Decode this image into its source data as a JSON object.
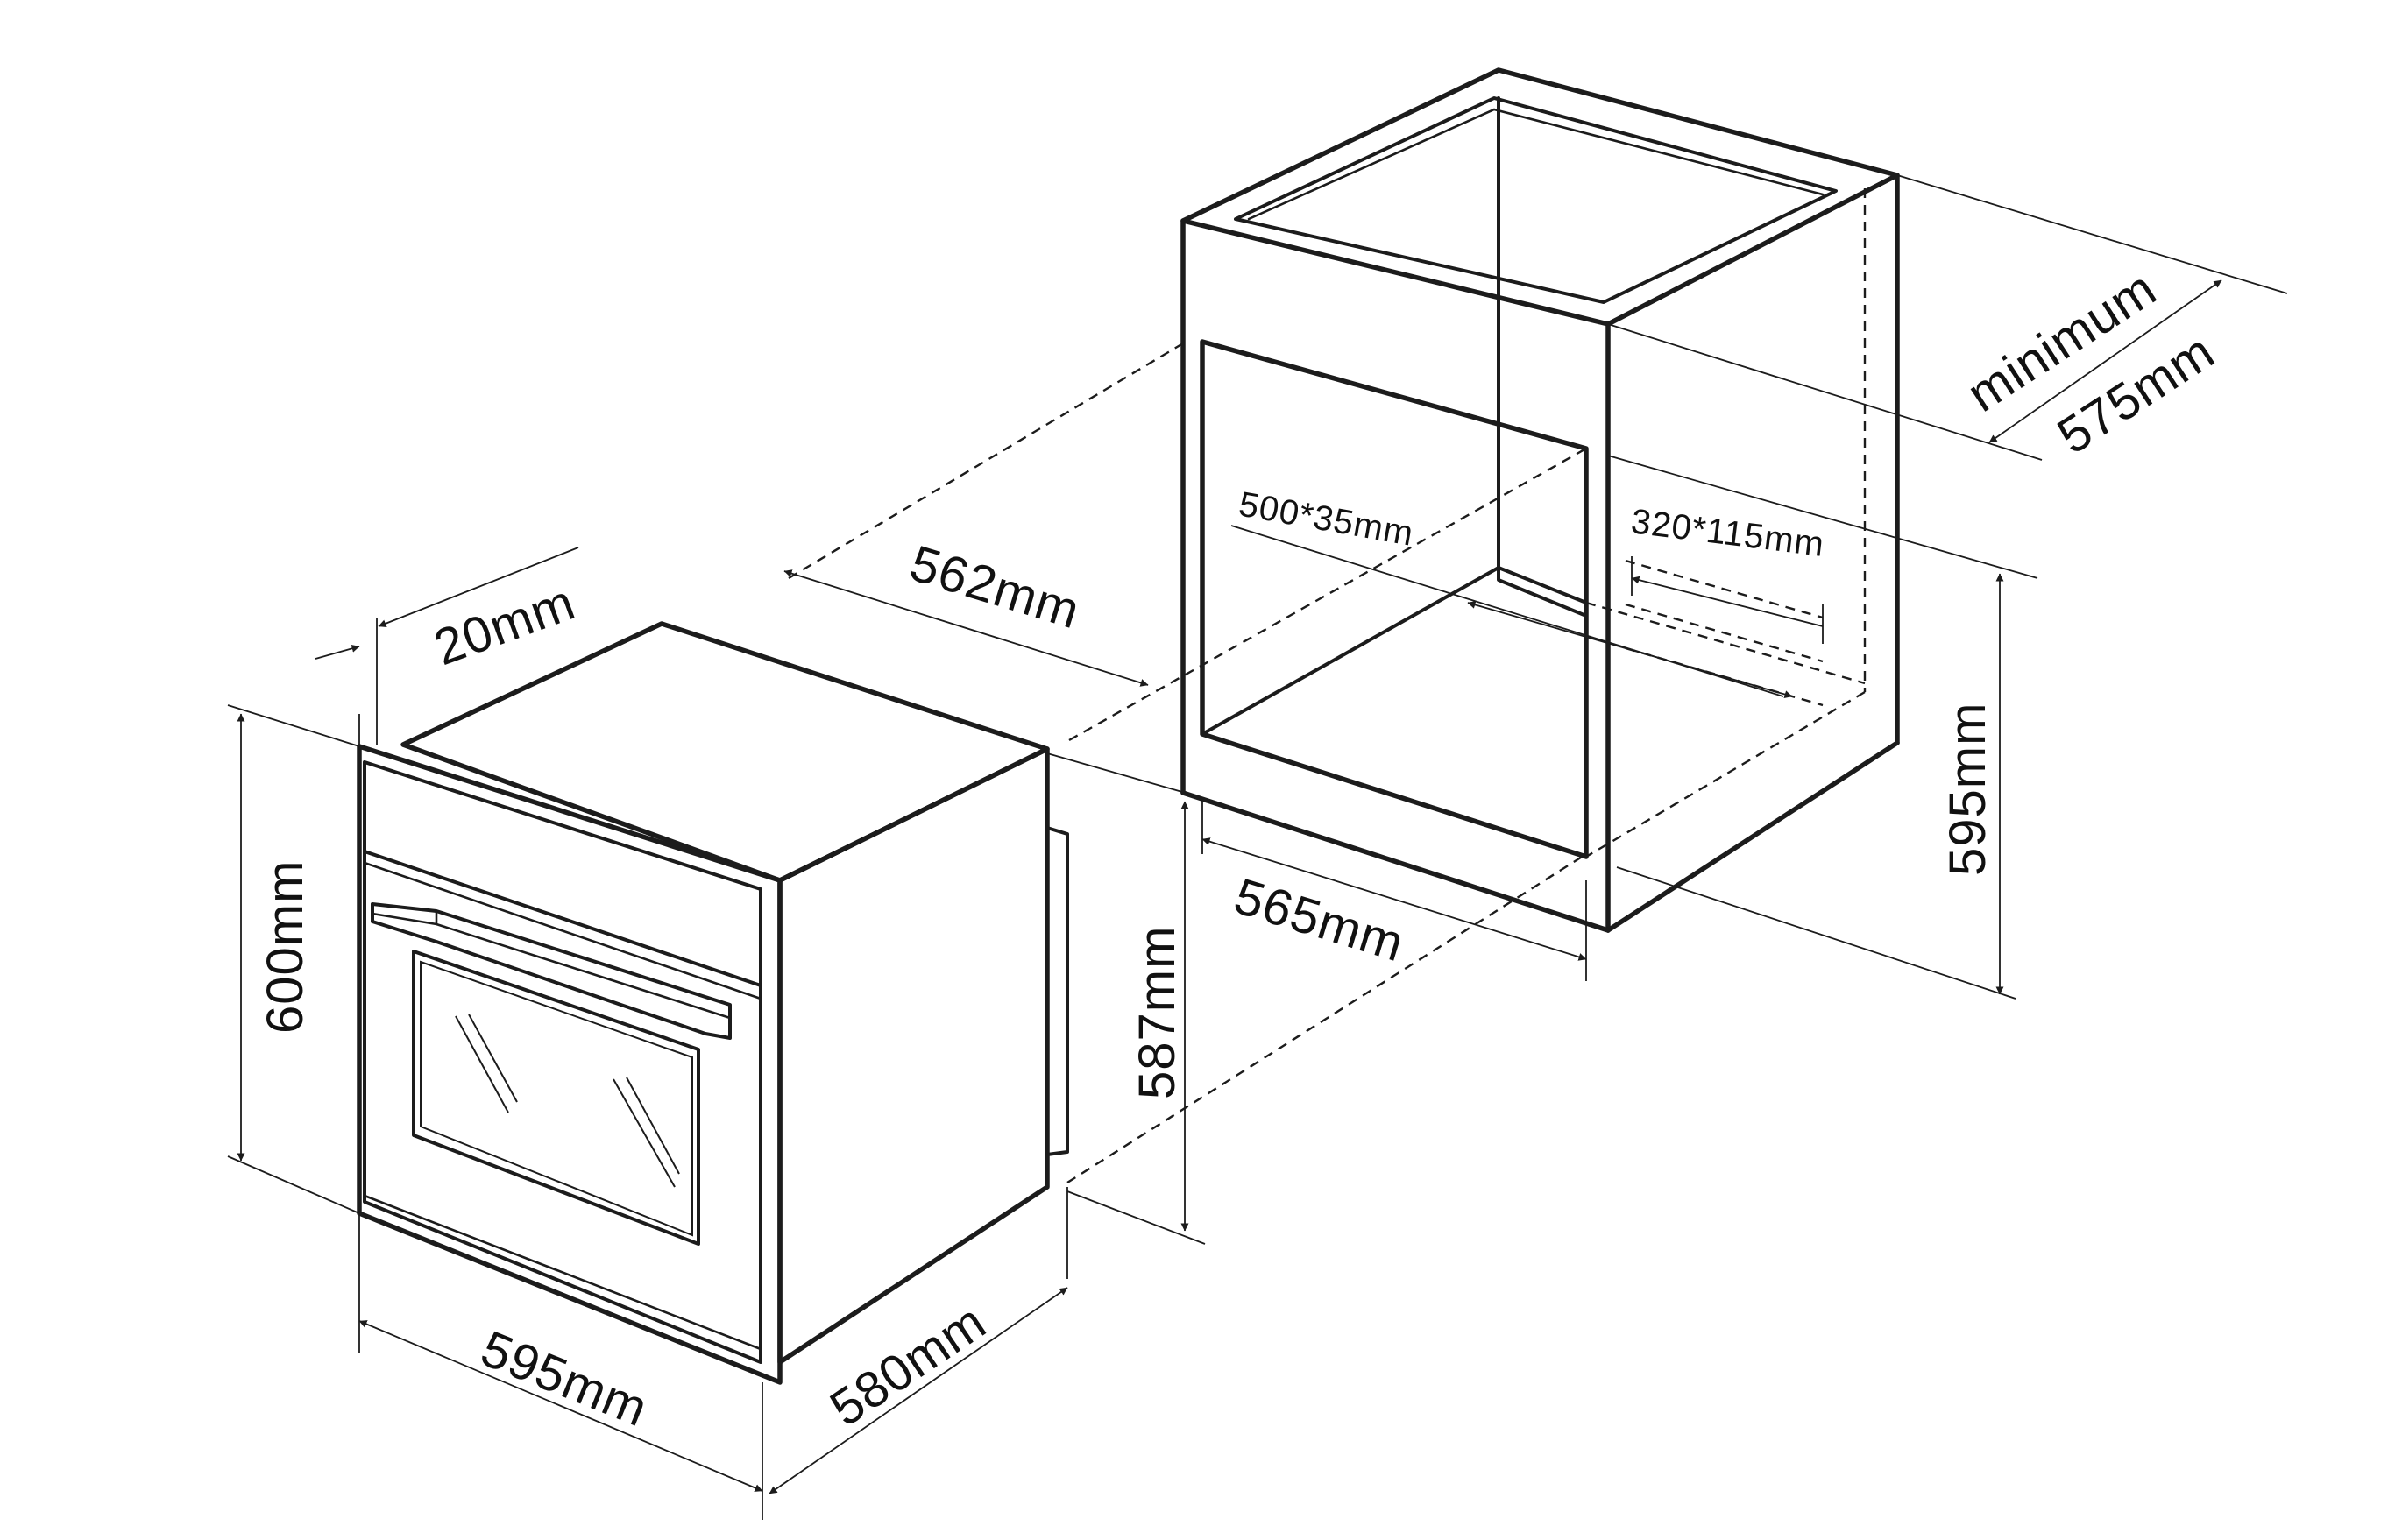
{
  "dimensions": {
    "oven_front_thickness": "20mm",
    "oven_body_depth": "562mm",
    "oven_height": "600mm",
    "oven_width": "595mm",
    "oven_depth": "580mm",
    "cutout_height_min": "587mm",
    "cutout_width": "565mm",
    "cutout_height": "595mm",
    "cabinet_depth_note": "minimum",
    "cabinet_depth": "575mm",
    "vent_opening_1": "500*35mm",
    "vent_opening_2": "320*115mm"
  },
  "colors": {
    "line": "#1c1c1c",
    "text": "#111111",
    "background": "#ffffff"
  }
}
